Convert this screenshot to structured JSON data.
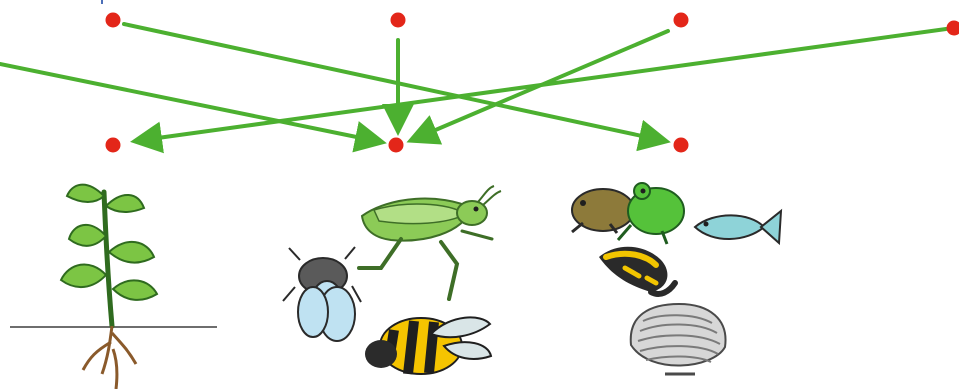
{
  "colors": {
    "arrow": "#4CB030",
    "node": "#E32619",
    "leaf": "#7CC544",
    "leaf_dark": "#2F6B1F",
    "ground": "#6E6E6E",
    "root": "#8A5A2B",
    "grasshopper": "#8CCB57",
    "fly_wing": "#BFE2F2",
    "fly_body": "#5A5A5A",
    "bee_yellow": "#F5C400",
    "frog_green": "#55C23A",
    "toad_brown": "#8D7A3A",
    "fish_blue": "#8ED3D8",
    "salamander_yellow": "#F2C500",
    "clam": "#D7D7D7"
  },
  "diagram": {
    "nodes": [
      {
        "id": "top-1",
        "row": "top"
      },
      {
        "id": "top-2",
        "row": "top"
      },
      {
        "id": "top-3",
        "row": "top"
      },
      {
        "id": "top-4",
        "row": "top"
      },
      {
        "id": "bottom-1",
        "row": "bottom"
      },
      {
        "id": "bottom-2",
        "row": "bottom"
      },
      {
        "id": "bottom-3",
        "row": "bottom"
      }
    ],
    "edges": [
      {
        "from": "top-1",
        "to": "bottom-3"
      },
      {
        "from": "top-2",
        "to": "bottom-2"
      },
      {
        "from": "top-3",
        "to": "bottom-2"
      },
      {
        "from": "top-4",
        "to": "bottom-1"
      },
      {
        "from": "off-left",
        "to": "bottom-2"
      }
    ],
    "illustrations": [
      {
        "id": "plant",
        "icon": "plant-icon"
      },
      {
        "id": "insects",
        "icon": "insects-icon"
      },
      {
        "id": "animals",
        "icon": "frog-fish-salamander-clam-icon"
      }
    ]
  }
}
